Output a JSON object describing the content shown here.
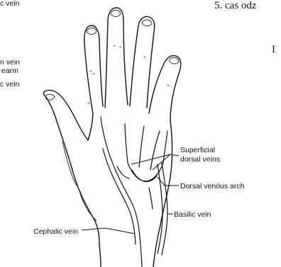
{
  "figure": {
    "labels": {
      "cephalic_top": "c vein",
      "median_vein": "n vein",
      "forearm": "earm",
      "cephalic_side": "c vein",
      "superficial_line1": "Superficial",
      "superficial_line2": "dorsal veins",
      "dorsal_venous_arch": "Dorsal venóus arch",
      "basilic_vein": "Basilic vein",
      "cephalic_vein": "Cephalic vein"
    },
    "page_fragments": {
      "top_text": "5. cas odz",
      "side_letter": "I"
    },
    "colors": {
      "ink": "#111111",
      "background": "#ffffff"
    }
  }
}
